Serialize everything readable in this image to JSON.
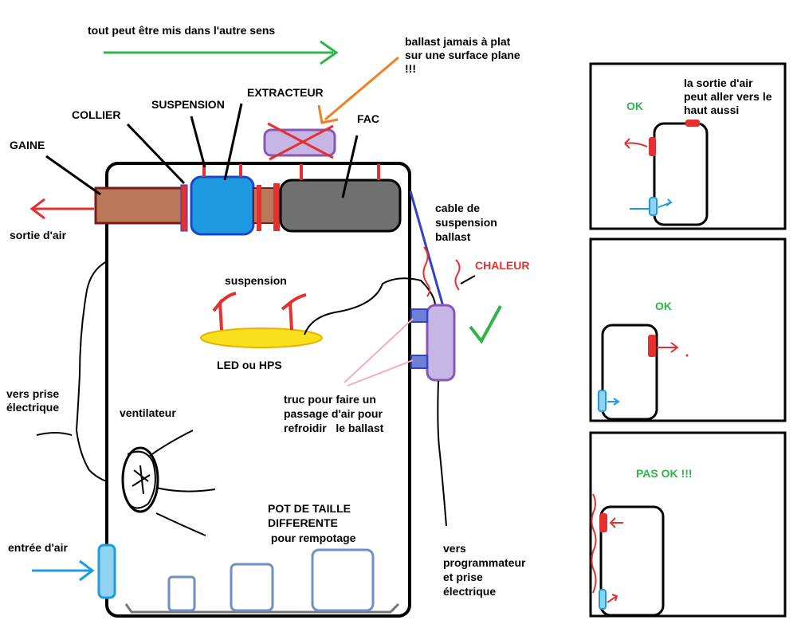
{
  "colors": {
    "outline": "#000000",
    "duct": "#b9785a",
    "duct_edge": "#7b1a1a",
    "fan": "#1e9be0",
    "fan_edge": "#1b47c8",
    "filter": "#707070",
    "clamp": "#e53030",
    "ballast": "#c6b6e6",
    "ballast_edge": "#8b55b7",
    "lamp": "#f8e11c",
    "air_in": "#1e9be0",
    "pot": "#6f8fc5",
    "cable": "#3341c8",
    "heat": "#e53030",
    "arrow_green": "#2fb44a",
    "arrow_orange": "#f07f22",
    "funnel_pink": "#f5a9c8",
    "label_green": "#2fb44a",
    "label_red": "#e53030"
  },
  "icons": [
    "arrow-right-icon",
    "arrow-left-icon",
    "check-icon",
    "cross-icon"
  ],
  "main": {
    "top_note": "tout peut être mis dans l'autre sens",
    "ballast_flat_note": [
      "ballast jamais à plat",
      "sur une surface plane",
      "!!!"
    ],
    "extracteur": "EXTRACTEUR",
    "suspension_top": "SUSPENSION",
    "collier": "COLLIER",
    "gaine": "GAINE",
    "fac": "FAC",
    "sortie_air": "sortie d'air",
    "cable_suspension": [
      "cable de",
      "suspension",
      "ballast"
    ],
    "chaleur": "CHALEUR",
    "suspension_lamp": "suspension",
    "led_hps": "LED ou HPS",
    "vers_prise": [
      "vers prise",
      "électrique"
    ],
    "truc_passage": [
      "truc pour faire un",
      "passage d'air pour",
      "refroidir   le ballast"
    ],
    "ventilateur": "ventilateur",
    "pot_taille": [
      "POT DE TAILLE",
      "DIFFERENTE",
      " pour rempotage"
    ],
    "entree_air": "entrée d'air",
    "vers_programmateur": [
      "vers",
      "programmateur",
      "et prise",
      "électrique"
    ]
  },
  "panels": {
    "panel1": {
      "ok": "OK",
      "note": [
        "la sortie d'air",
        "peut aller vers le",
        "haut aussi"
      ]
    },
    "panel2": {
      "ok": "OK"
    },
    "panel3": {
      "status": "PAS OK !!!"
    }
  }
}
